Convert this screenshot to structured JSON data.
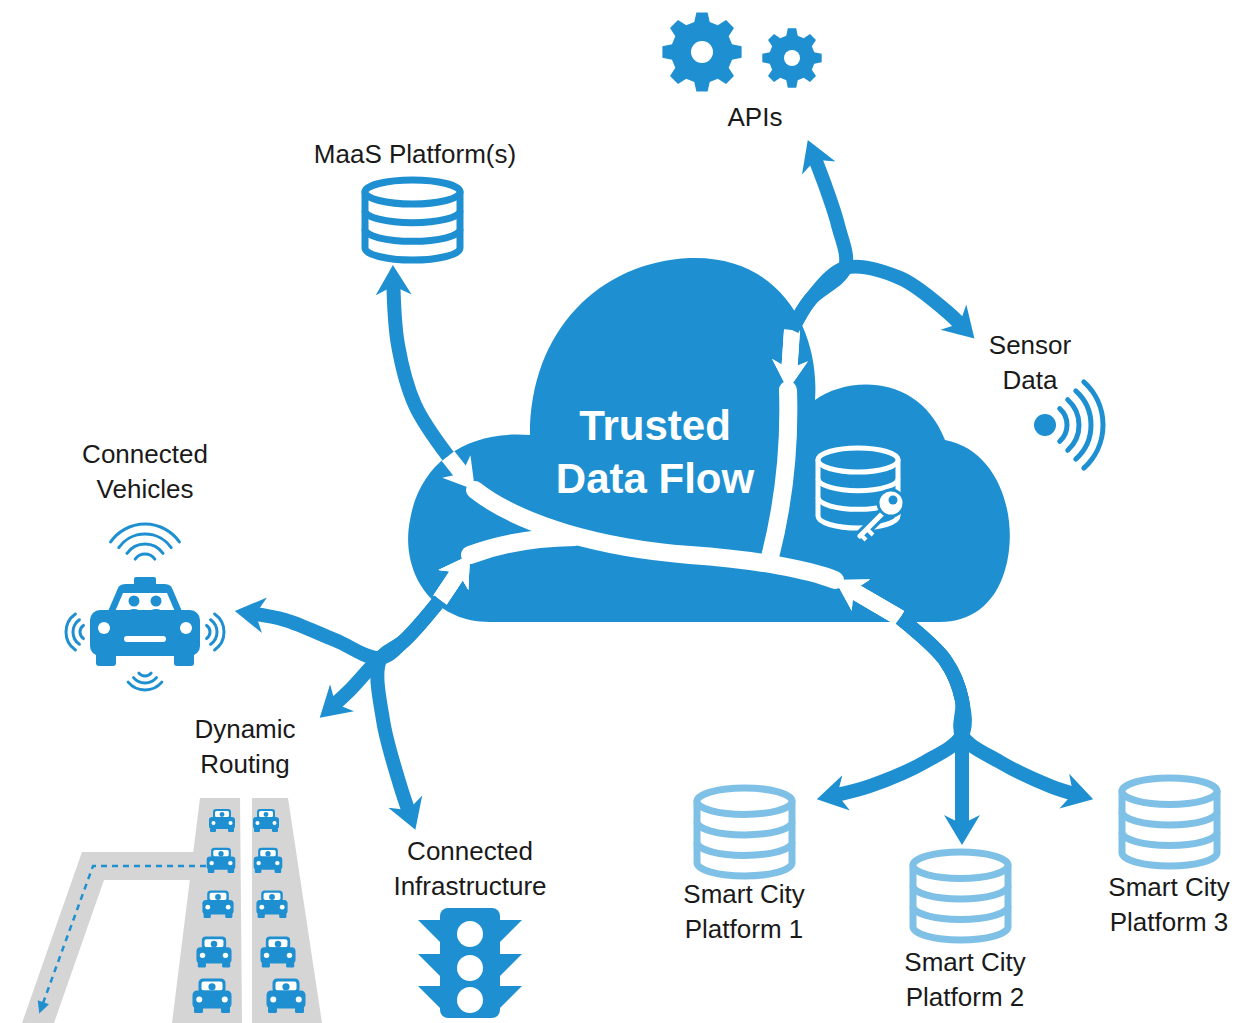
{
  "diagram": {
    "nodes": [
      {
        "text": [
          "APIs"
        ]
      },
      {
        "text": [
          "MaaS Platform(s)"
        ]
      },
      {
        "text": [
          "Sensor Data"
        ]
      },
      {
        "text": [
          "Trusted Data Flow"
        ]
      },
      {
        "text": [
          "Connected Vehicles"
        ]
      },
      {
        "text": [
          "Dynamic Routing"
        ]
      },
      {
        "text": [
          "Connected Infrastructure"
        ]
      },
      {
        "text": [
          "Smart City Platform 1"
        ]
      },
      {
        "text": [
          "Smart City Platform 2"
        ]
      },
      {
        "text": [
          "Smart City Platform 3"
        ]
      }
    ],
    "edges": [
      {
        "from": 3,
        "to": 0,
        "arrow": "both"
      },
      {
        "from": 3,
        "to": 1,
        "arrow": "both"
      },
      {
        "from": 3,
        "to": 2,
        "arrow": "both"
      },
      {
        "from": 3,
        "to": 4,
        "arrow": "both"
      },
      {
        "from": 3,
        "to": 5,
        "arrow": "both"
      },
      {
        "from": 3,
        "to": 6,
        "arrow": "both"
      },
      {
        "from": 3,
        "to": 7,
        "arrow": "both"
      },
      {
        "from": 3,
        "to": 8,
        "arrow": "both"
      },
      {
        "from": 3,
        "to": 9,
        "arrow": "both"
      }
    ]
  }
}
